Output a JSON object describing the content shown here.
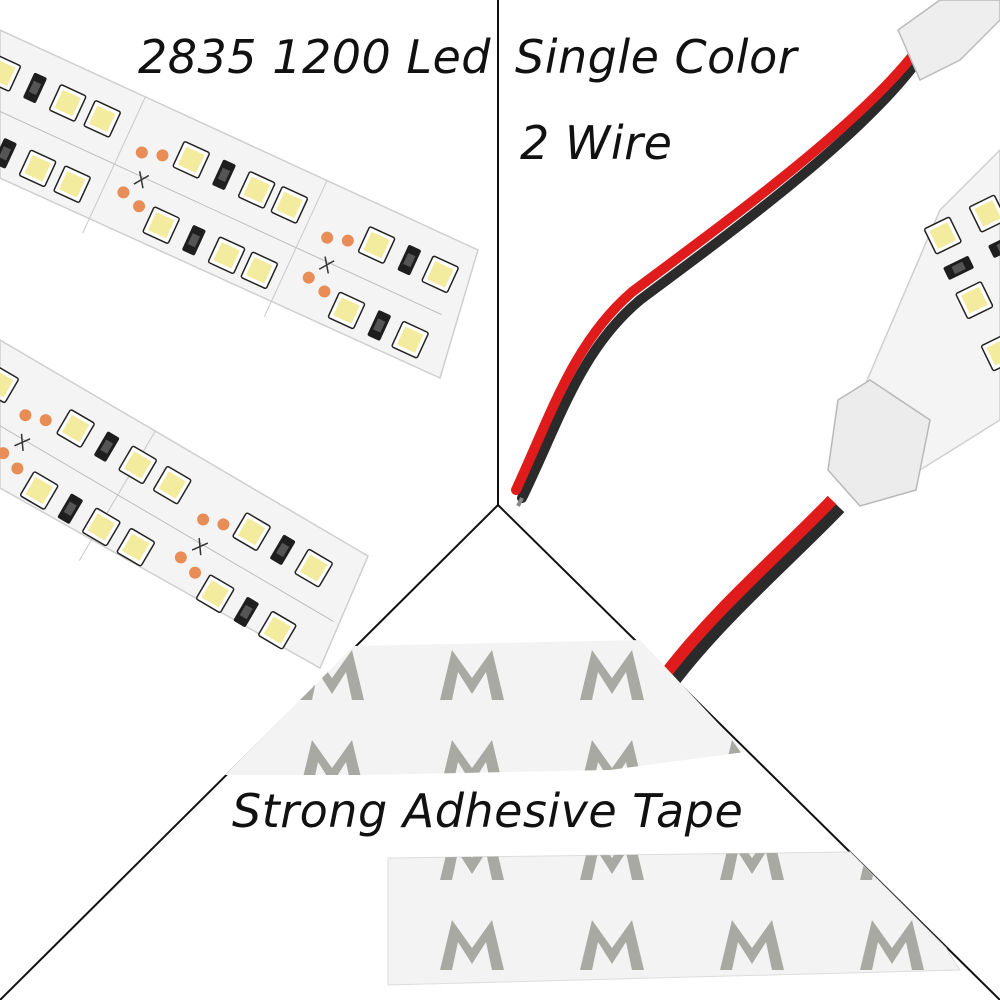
{
  "panels": {
    "top_left": {
      "caption": "2835 1200 Led"
    },
    "top_right": {
      "caption_line1": "Single Color",
      "caption_line2": "2 Wire"
    },
    "bottom": {
      "caption": "Strong Adhesive Tape",
      "backing_mark": "M"
    }
  },
  "colors": {
    "background": "#ffffff",
    "strip_pcb": "#f4f4f4",
    "led_yellow": "#f3ec9e",
    "copper_pad": "#e88d55",
    "wire_red": "#e01b1b",
    "wire_black": "#2b2b2b",
    "tape_mark": "#9d9d96",
    "divider": "#111111"
  }
}
